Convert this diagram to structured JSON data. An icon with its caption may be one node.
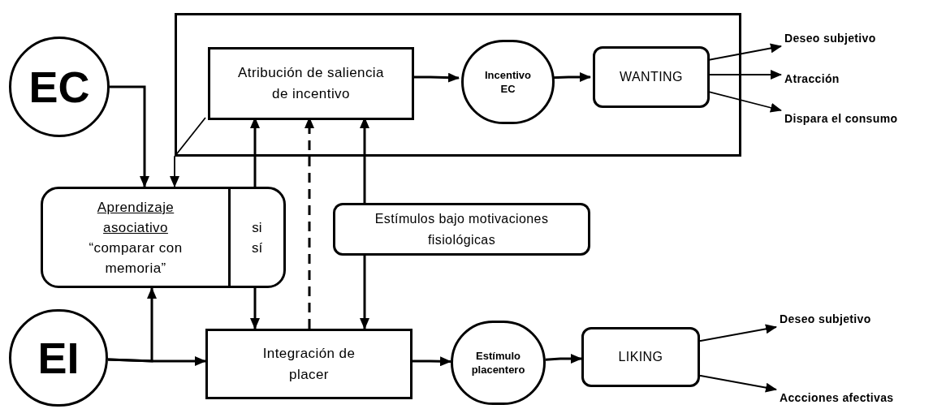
{
  "diagram": {
    "nodes": [
      {
        "text": [],
        "shape": "box"
      },
      {
        "text": [
          "EC"
        ]
      },
      {
        "text": [
          "Atribución de saliencia de incentivo"
        ],
        "in": 0
      },
      {
        "text": [
          "Incentivo EC"
        ],
        "in": 0
      },
      {
        "text": [
          "WANTING"
        ],
        "in": 0
      },
      {
        "text": [
          "Deseo subjetivo"
        ]
      },
      {
        "text": [
          "Atracción"
        ]
      },
      {
        "text": [
          "Dispara el consumo"
        ]
      },
      {
        "text": [
          "Aprendizaje asociativo",
          "“comparar con memoria”",
          "si sí"
        ]
      },
      {
        "text": [
          "Estímulos bajo motivaciones fisiológicas"
        ]
      },
      {
        "text": [
          "EI"
        ]
      },
      {
        "text": [
          "Integración de placer"
        ]
      },
      {
        "text": [
          "Estímulo placentero"
        ]
      },
      {
        "text": [
          "LIKING"
        ]
      },
      {
        "text": [
          "Deseo subjetivo"
        ]
      },
      {
        "text": [
          "Accciones afectivas"
        ]
      }
    ],
    "edges": [
      {
        "from": 1,
        "to": 8,
        "arrow": "to"
      },
      {
        "from": 2,
        "to": 8,
        "arrow": "to"
      },
      {
        "from": 8,
        "to": 2,
        "arrow": "to"
      },
      {
        "from": 8,
        "to": 11,
        "arrow": "to"
      },
      {
        "from": 11,
        "to": 2,
        "arrow": "to",
        "style": "dashed"
      },
      {
        "from": 9,
        "to": 2,
        "arrow": "to"
      },
      {
        "from": 9,
        "to": 11,
        "arrow": "to"
      },
      {
        "from": 10,
        "to": 11,
        "arrow": "to"
      },
      {
        "from": 10,
        "to": 8,
        "arrow": "to"
      },
      {
        "from": 2,
        "to": 3,
        "arrow": "to"
      },
      {
        "from": 3,
        "to": 4,
        "arrow": "to"
      },
      {
        "from": 4,
        "to": 5,
        "arrow": "to"
      },
      {
        "from": 4,
        "to": 6,
        "arrow": "to"
      },
      {
        "from": 4,
        "to": 7,
        "arrow": "to"
      },
      {
        "from": 11,
        "to": 12,
        "arrow": "to"
      },
      {
        "from": 12,
        "to": 13,
        "arrow": "to"
      },
      {
        "from": 13,
        "to": 14,
        "arrow": "to"
      },
      {
        "from": 13,
        "to": 15,
        "arrow": "to"
      }
    ]
  }
}
